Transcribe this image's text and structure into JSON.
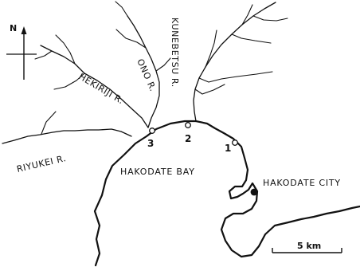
{
  "compass": {
    "label": "N"
  },
  "rivers": {
    "kunebetsu": "KUNEBETSU R.",
    "ono": "ONO R.",
    "hekiriji": "HEKIRIJI R.",
    "riyukei": "RIYUKEI R."
  },
  "places": {
    "bay": "HAKODATE BAY",
    "city": "HAKODATE CITY"
  },
  "stations": [
    "1",
    "2",
    "3"
  ],
  "scale": {
    "label": "5 km"
  }
}
